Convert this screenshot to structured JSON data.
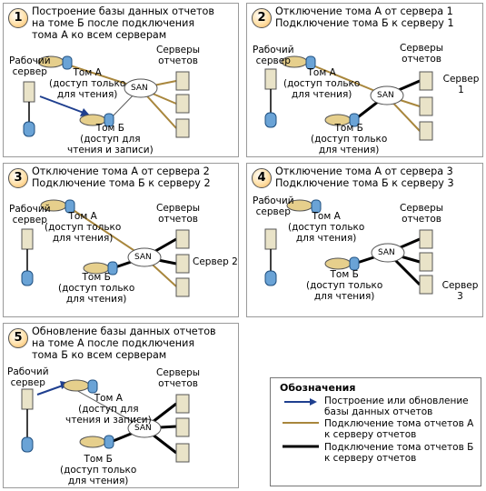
{
  "colors": {
    "brown": "#a8863c",
    "black": "#000000",
    "blue": "#1f3f8f"
  },
  "labels": {
    "work_server": "Рабочий\nсервер",
    "report_servers": "Серверы\nотчетов",
    "san": "SAN"
  },
  "panels": [
    {
      "number": "1",
      "title": "Построение базы данных отчетов\nна томе Б после подключения\nтома А ко всем серверам",
      "vol_a": "Том А\n(доступ только\nдля чтения)",
      "vol_b": "Том Б\n(доступ для\nчтения и записи)",
      "server_label": ""
    },
    {
      "number": "2",
      "title": "Отключение тома А от сервера 1\nПодключение тома Б к серверу 1",
      "vol_a": "Том А\n(доступ только\nдля чтения)",
      "vol_b": "Том Б\n(доступ только\nдля чтения)",
      "server_label": "Сервер 1"
    },
    {
      "number": "3",
      "title": "Отключение тома А от сервера 2\nПодключение тома Б к серверу 2",
      "vol_a": "Том А\n(доступ только\nдля чтения)",
      "vol_b": "Том Б\n(доступ только\nдля чтения)",
      "server_label": "Сервер 2"
    },
    {
      "number": "4",
      "title": "Отключение тома А от сервера 3\nПодключение тома Б к серверу 3",
      "vol_a": "Том А\n(доступ только\nдля чтения)",
      "vol_b": "Том Б\n(доступ только\nдля чтения)",
      "server_label": "Сервер 3"
    },
    {
      "number": "5",
      "title": "Обновление базы данных отчетов\nна томе А после подключения\nтома Б ко всем серверам",
      "vol_a": "Том А\n(доступ для\nчтения и записи)",
      "vol_b": "Том Б\n(доступ только\nдля чтения)",
      "server_label": ""
    }
  ],
  "legend": {
    "title": "Обозначения",
    "items": [
      "Построение или обновление\nбазы данных отчетов",
      "Подключение тома отчетов А\nк серверу отчетов",
      "Подключение тома отчетов Б\nк серверу отчетов"
    ]
  }
}
